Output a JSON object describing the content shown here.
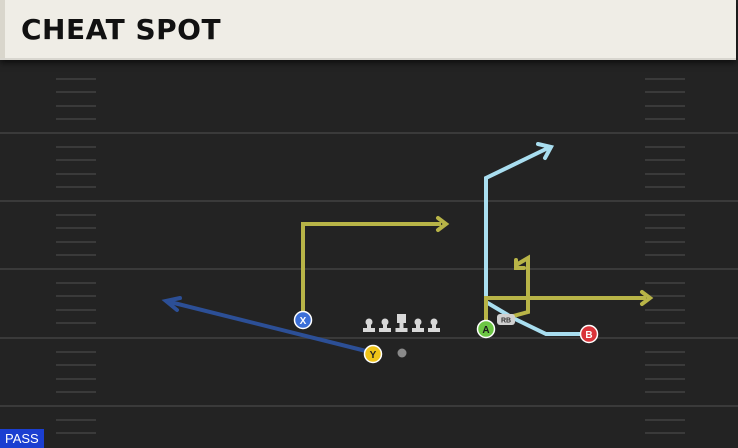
{
  "header": {
    "title": "CHEAT SPOT"
  },
  "play_mode": {
    "label": "PASS"
  },
  "players": {
    "x": {
      "button": "X",
      "color": "#3b6fd8"
    },
    "y": {
      "button": "Y",
      "color": "#f0c419"
    },
    "a": {
      "button": "A",
      "color": "#6cc644"
    },
    "b": {
      "button": "B",
      "color": "#d9343a"
    },
    "rb": {
      "button": "RB"
    }
  },
  "route_colors": {
    "short": "#b8b447",
    "deep": "#2c4f96",
    "medium": "#a9def0"
  }
}
